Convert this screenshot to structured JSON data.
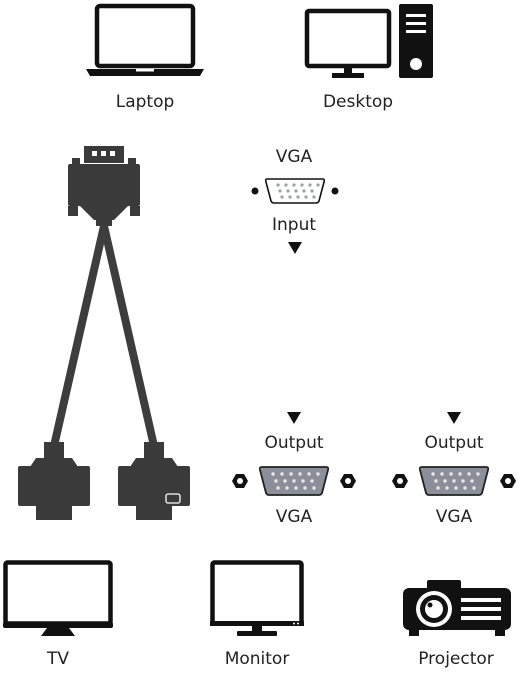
{
  "sources": {
    "laptop_label": "Laptop",
    "desktop_label": "Desktop"
  },
  "input_port": {
    "top_label": "VGA",
    "bottom_label": "Input"
  },
  "outputs": [
    {
      "top_label": "Output",
      "bottom_label": "VGA"
    },
    {
      "top_label": "Output",
      "bottom_label": "VGA"
    }
  ],
  "displays": {
    "tv_label": "TV",
    "monitor_label": "Monitor",
    "projector_label": "Projector"
  },
  "colors": {
    "icon": "#111111",
    "cable": "#3d3d3d",
    "connector": "#3a3a3a",
    "port_fill": "#8a8f99",
    "port_pin": "#e8e8e8"
  }
}
